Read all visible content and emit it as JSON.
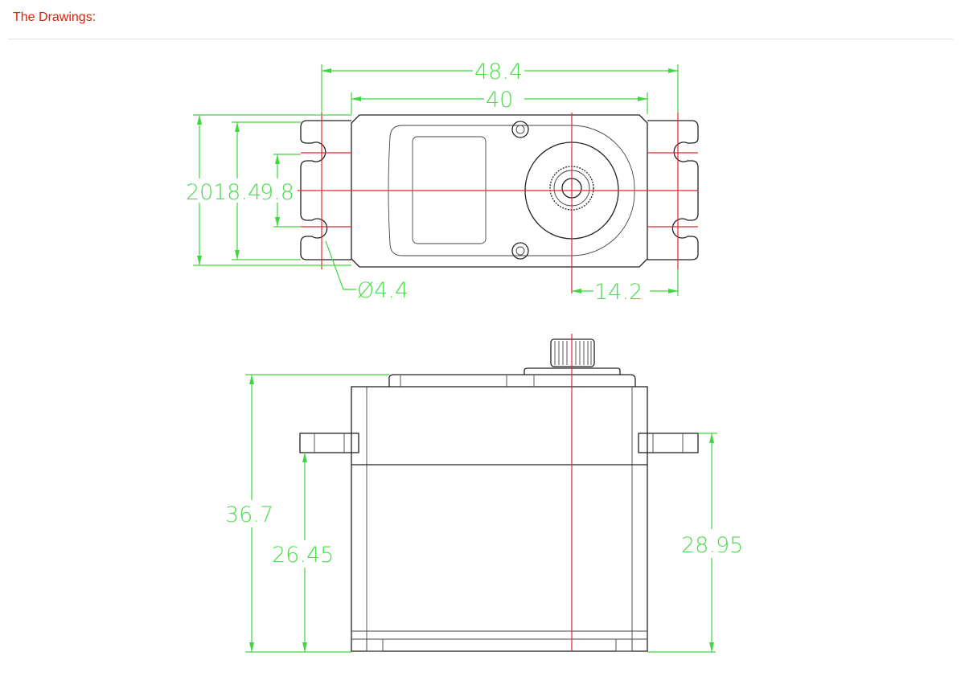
{
  "header": {
    "title": "The Drawings:"
  },
  "drawing": {
    "top_view": {
      "overall_width": "48.4",
      "body_width": "40",
      "height_20": "20",
      "height_18_4": "18.4",
      "hole_spacing": "9.8",
      "hole_diameter": "Ø4.4",
      "shaft_offset": "14.2"
    },
    "side_view": {
      "total_height": "36.7",
      "flange_height_left": "26.45",
      "flange_height_right": "28.95"
    },
    "colors": {
      "dimension": "#3fd63f",
      "centerline": "#e0282c",
      "outline": "#222222",
      "title": "#d9230f"
    }
  }
}
